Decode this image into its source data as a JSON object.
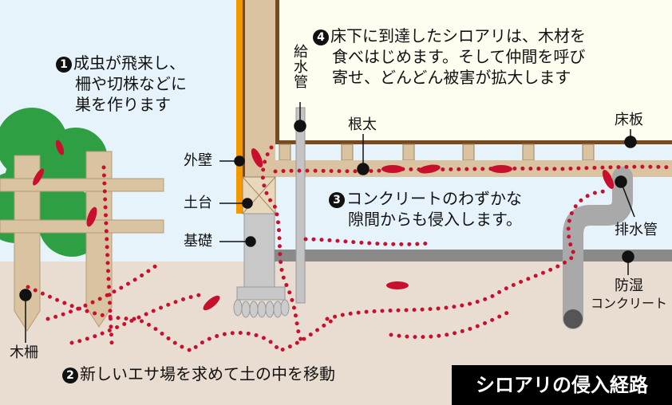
{
  "title": "シロアリの侵入経路",
  "steps": [
    {
      "num": "1",
      "lines": [
        "成虫が飛来し、",
        "柵や切株などに",
        "巣を作ります"
      ]
    },
    {
      "num": "2",
      "lines": [
        "新しいエサ場を求めて土の中を移動"
      ]
    },
    {
      "num": "3",
      "lines": [
        "コンクリートのわずかな",
        "隙間からも侵入します。"
      ]
    },
    {
      "num": "4",
      "lines": [
        "床下に到達したシロアリは、木材を",
        "食べはじめます。そして仲間を呼び",
        "寄せ、どんどん被害が拡大します"
      ]
    }
  ],
  "labels": {
    "outer_wall": "外壁",
    "sill": "土台",
    "foundation": "基礎",
    "water_pipe": "給水管",
    "joist": "根太",
    "floorboard": "床板",
    "drain_pipe": "排水管",
    "damp_concrete_1": "防湿",
    "damp_concrete_2": "コンクリート",
    "fence": "木柵"
  },
  "colors": {
    "termite": "#c8102e",
    "soil": "#e8ddd0",
    "sky": "#e6f3fb",
    "interior": "#fffdf0",
    "wood": "#d9c3a0",
    "tree": "#2ea043"
  }
}
